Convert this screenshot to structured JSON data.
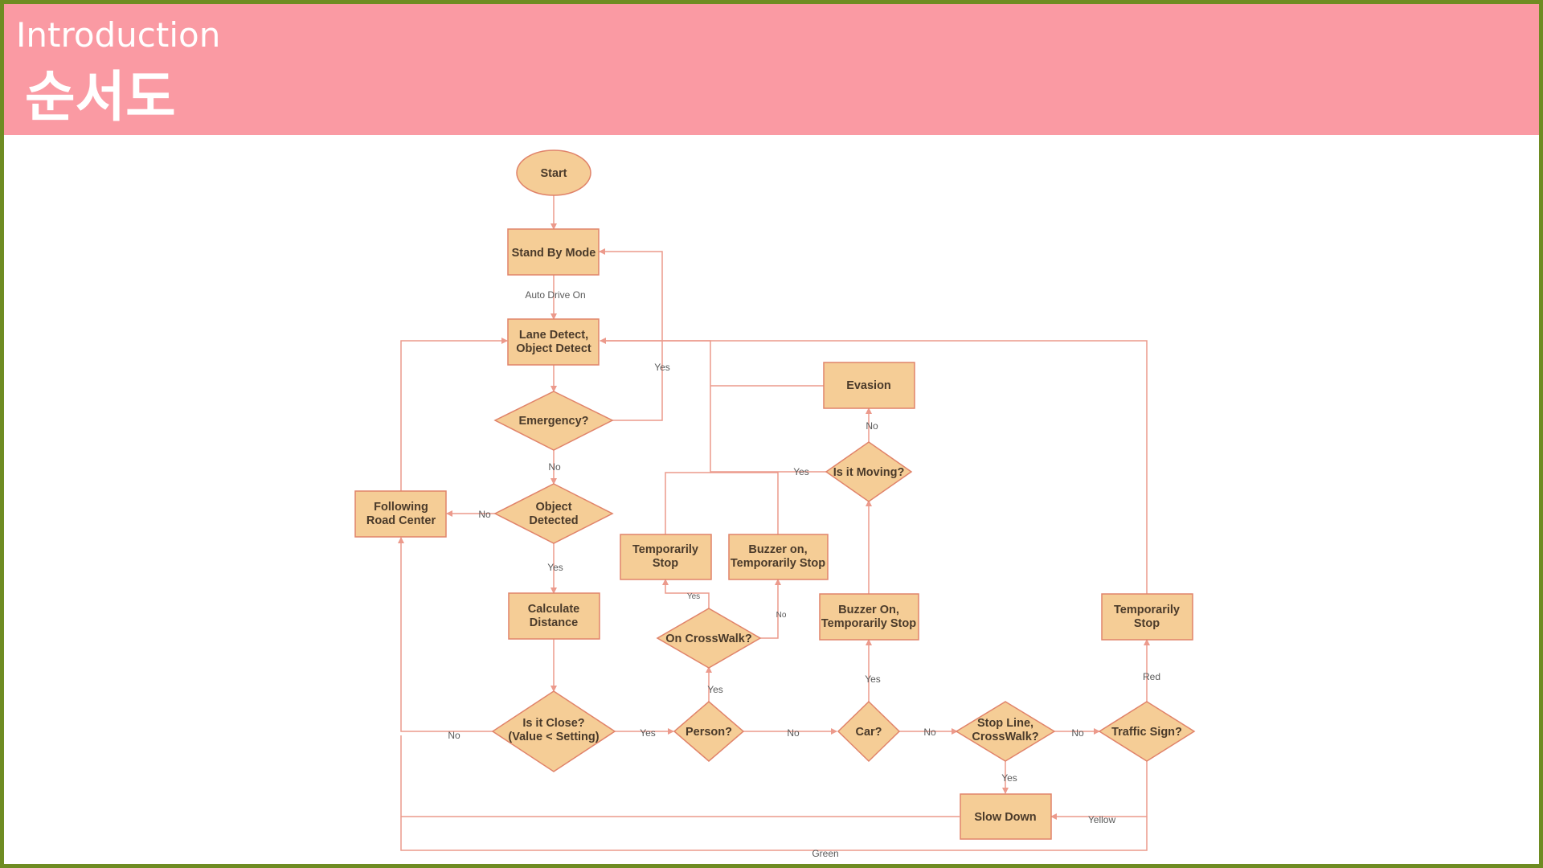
{
  "header": {
    "subtitle": "Introduction",
    "title": "순서도"
  },
  "colors": {
    "header_bg": "#fa9aa3",
    "border": "#6e8c22",
    "node_fill": "#f5cd96",
    "node_stroke": "#e0836a",
    "edge": "#ec9a8c"
  },
  "nodes": {
    "start": "Start",
    "standby": "Stand By Mode",
    "lane_detect": [
      "Lane Detect,",
      "Object Detect"
    ],
    "emergency": "Emergency?",
    "object_detected": [
      "Object",
      "Detected"
    ],
    "following": [
      "Following",
      "Road Center"
    ],
    "calc": [
      "Calculate",
      "Distance"
    ],
    "close": [
      "Is it Close?",
      "(Value < Setting)"
    ],
    "person": "Person?",
    "crosswalk": "On CrossWalk?",
    "temp_stop_1": [
      "Temporarily",
      "Stop"
    ],
    "buzzer_1": [
      "Buzzer on,",
      "Temporarily Stop"
    ],
    "car": "Car?",
    "buzzer_2": [
      "Buzzer On,",
      "Temporarily Stop"
    ],
    "moving": "Is it Moving?",
    "evasion": "Evasion",
    "stopline": [
      "Stop Line,",
      "CrossWalk?"
    ],
    "traffic": "Traffic Sign?",
    "temp_stop_2": [
      "Temporarily",
      "Stop"
    ],
    "slow_down": "Slow Down"
  },
  "edge_labels": {
    "auto_drive_on": "Auto Drive On",
    "emergency_yes": "Yes",
    "emergency_no": "No",
    "object_no": "No",
    "object_yes": "Yes",
    "close_no": "No",
    "close_yes": "Yes",
    "person_yes": "Yes",
    "person_no": "No",
    "crosswalk_yes": "Yes",
    "crosswalk_no": "No",
    "car_yes": "Yes",
    "car_no": "No",
    "moving_yes": "Yes",
    "moving_no": "No",
    "stopline_yes": "Yes",
    "stopline_no": "No",
    "traffic_red": "Red",
    "traffic_yellow": "Yellow",
    "traffic_green": "Green"
  }
}
